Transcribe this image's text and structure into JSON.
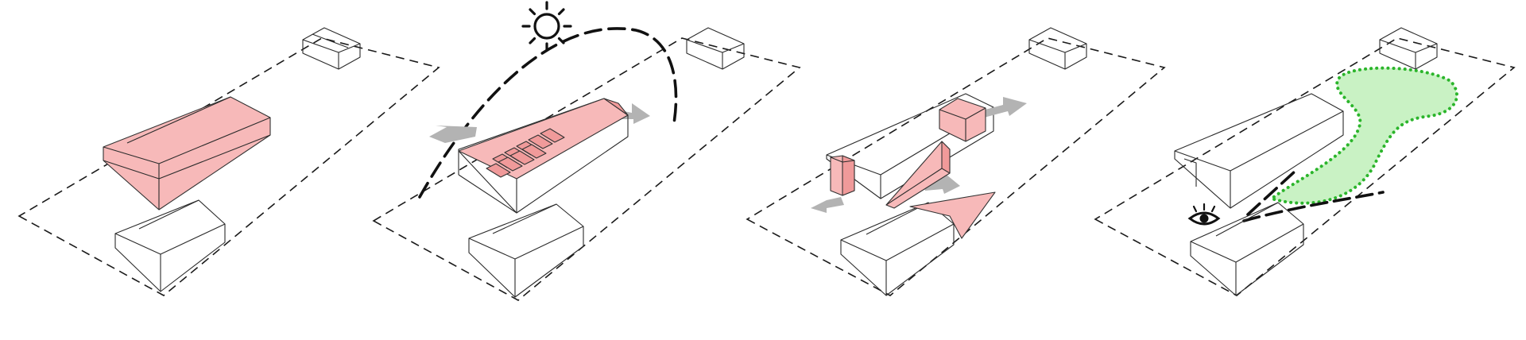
{
  "diagram": {
    "panels": [
      {
        "id": "massing",
        "icons": []
      },
      {
        "id": "solar",
        "icons": [
          "sun-icon",
          "solar-panel-icon"
        ]
      },
      {
        "id": "volumes",
        "icons": []
      },
      {
        "id": "views",
        "icons": [
          "eye-icon"
        ]
      }
    ]
  },
  "colors": {
    "accent_fill": "#f7b9b9",
    "accent_dark": "#f09a9a",
    "arrow_fill": "#b3b3b3",
    "green_fill": "#c9f2c4",
    "green_dot": "#2bb52b",
    "line": "#2b2b2b"
  }
}
